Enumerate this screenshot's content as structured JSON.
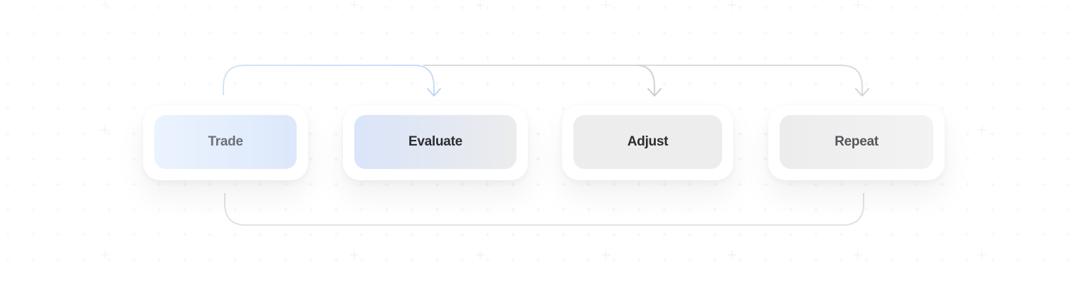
{
  "steps": [
    {
      "label": "Trade"
    },
    {
      "label": "Evaluate"
    },
    {
      "label": "Adjust"
    },
    {
      "label": "Repeat"
    }
  ],
  "colors": {
    "background": "#ffffff",
    "accent_blue": "#dce8fb",
    "connector_blue": "#c9dcf7",
    "connector_gray": "#d4d4d4",
    "grid_mark": "#eeeeee"
  }
}
